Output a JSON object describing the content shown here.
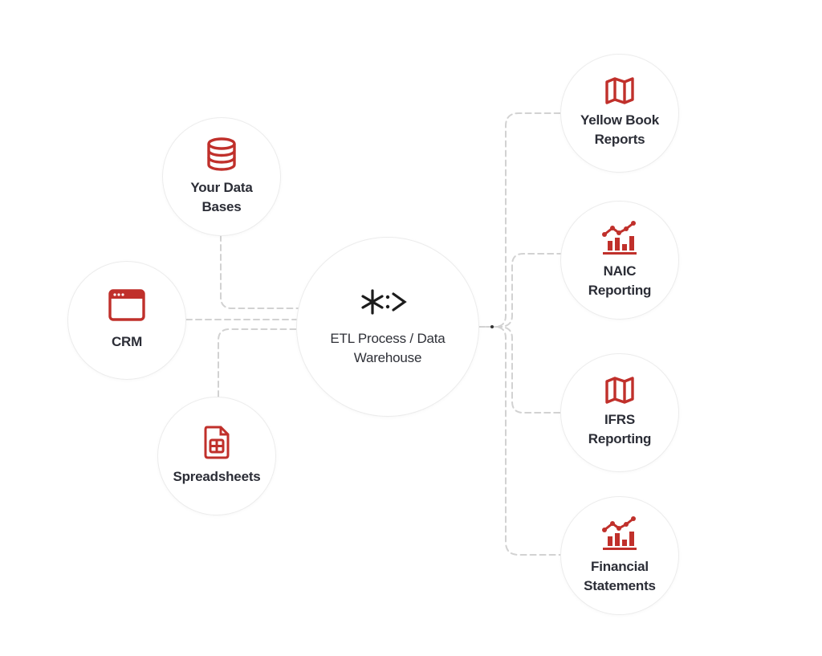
{
  "colors": {
    "accent": "#c0302b",
    "text": "#2b2d36",
    "connector": "#d2d2d2",
    "logo": "#1c1c1c"
  },
  "center": {
    "label": "ETL Process / Data\nWarehouse",
    "icon": "asterisk-arrow-logo-icon"
  },
  "sources": [
    {
      "id": "databases",
      "label": "Your Data\nBases",
      "icon": "database-icon"
    },
    {
      "id": "crm",
      "label": "CRM",
      "icon": "browser-window-icon"
    },
    {
      "id": "spreadsheets",
      "label": "Spreadsheets",
      "icon": "spreadsheet-file-icon"
    }
  ],
  "outputs": [
    {
      "id": "yellow-book",
      "label": "Yellow Book\nReports",
      "icon": "map-icon"
    },
    {
      "id": "naic",
      "label": "NAIC\nReporting",
      "icon": "growth-chart-icon"
    },
    {
      "id": "ifrs",
      "label": "IFRS\nReporting",
      "icon": "map-icon"
    },
    {
      "id": "financial",
      "label": "Financial\nStatements",
      "icon": "growth-chart-icon"
    }
  ]
}
